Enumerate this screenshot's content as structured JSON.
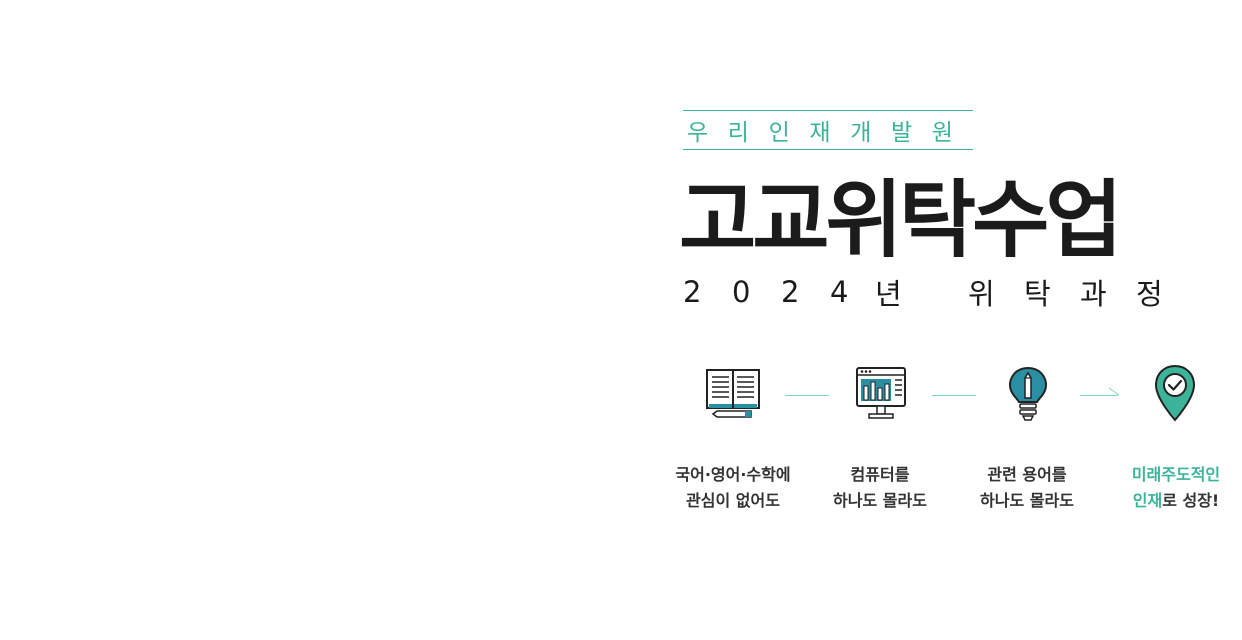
{
  "org_name": [
    "우",
    "리",
    "인",
    "재",
    "개",
    "발",
    "원"
  ],
  "title": "고교위탁수업",
  "subtitle": {
    "year_chars": [
      "2",
      "0",
      "2",
      "4",
      "년"
    ],
    "course_chars": [
      "위",
      "탁",
      "과",
      "정"
    ]
  },
  "steps": [
    {
      "icon": "book-pencil-icon",
      "line1": "국어·영어·수학에",
      "line2": "관심이 없어도"
    },
    {
      "icon": "monitor-chart-icon",
      "line1": "컴퓨터를",
      "line2": "하나도 몰라도"
    },
    {
      "icon": "lightbulb-pencil-icon",
      "line1": "관련 용어를",
      "line2": "하나도 몰라도"
    },
    {
      "icon": "location-check-icon",
      "line1": "미래주도적인",
      "line2_accent": "인재",
      "line2_rest": "로 성장!"
    }
  ],
  "colors": {
    "accent": "#3cb49a",
    "text": "#1b1b1b",
    "icon_fill": "#2a8fa3"
  }
}
